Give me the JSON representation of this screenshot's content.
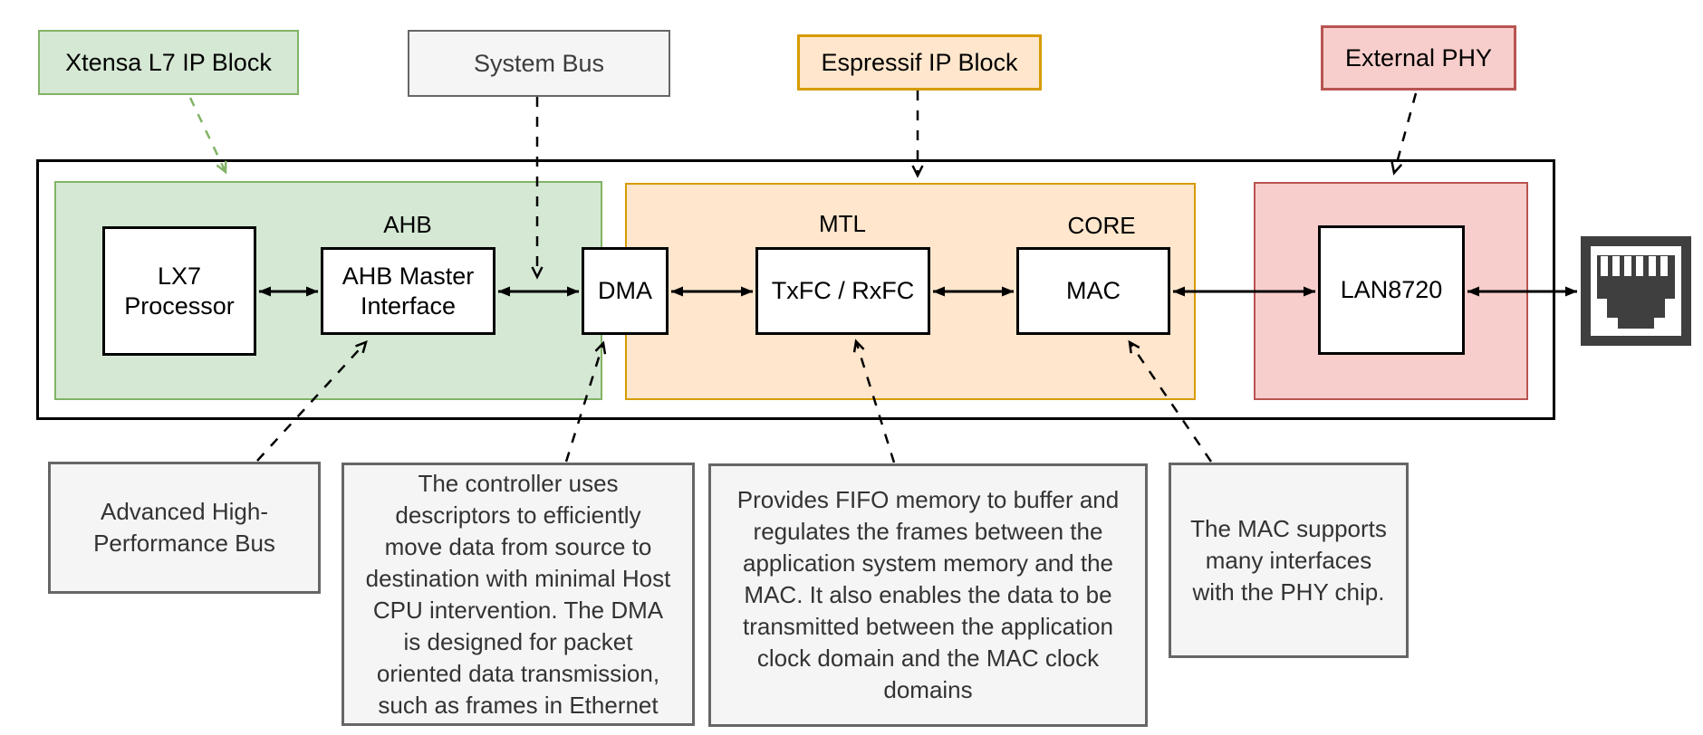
{
  "theme": {
    "green_fill": "#d5e8d4",
    "green_stroke": "#82b366",
    "orange_fill": "#ffe6cc",
    "orange_stroke": "#d79b00",
    "red_fill": "#f8cecc",
    "red_stroke": "#b85450",
    "gray_fill": "#f5f5f5",
    "gray_stroke": "#666666",
    "icon_dark": "#3f3f3f"
  },
  "legend": {
    "xtensa": "Xtensa L7 IP Block",
    "system_bus": "System Bus",
    "espressif": "Espressif IP Block",
    "external_phy": "External PHY"
  },
  "region_labels": {
    "ahb": "AHB",
    "mtl": "MTL",
    "core": "CORE"
  },
  "blocks": {
    "lx7": "LX7\nProcessor",
    "ahb_master": "AHB Master\nInterface",
    "dma": "DMA",
    "txfc": "TxFC / RxFC",
    "mac": "MAC",
    "lan8720": "LAN8720"
  },
  "notes": {
    "ahb_note": "Advanced High-\nPerformance Bus",
    "dma_note": "The controller uses\ndescriptors to efficiently\nmove data from source to\ndestination with minimal Host\nCPU intervention. The DMA\nis designed for packet\noriented data transmission,\nsuch as frames in Ethernet",
    "mtl_note": "Provides FIFO memory to buffer and\nregulates the frames between the\napplication system memory and the\nMAC. It also enables the data to be\ntransmitted between the application\nclock domain and the MAC clock\ndomains",
    "mac_note": "The MAC supports\nmany interfaces\nwith the PHY chip."
  },
  "icons": {
    "ethernet_jack": "rj45-ethernet-port"
  }
}
